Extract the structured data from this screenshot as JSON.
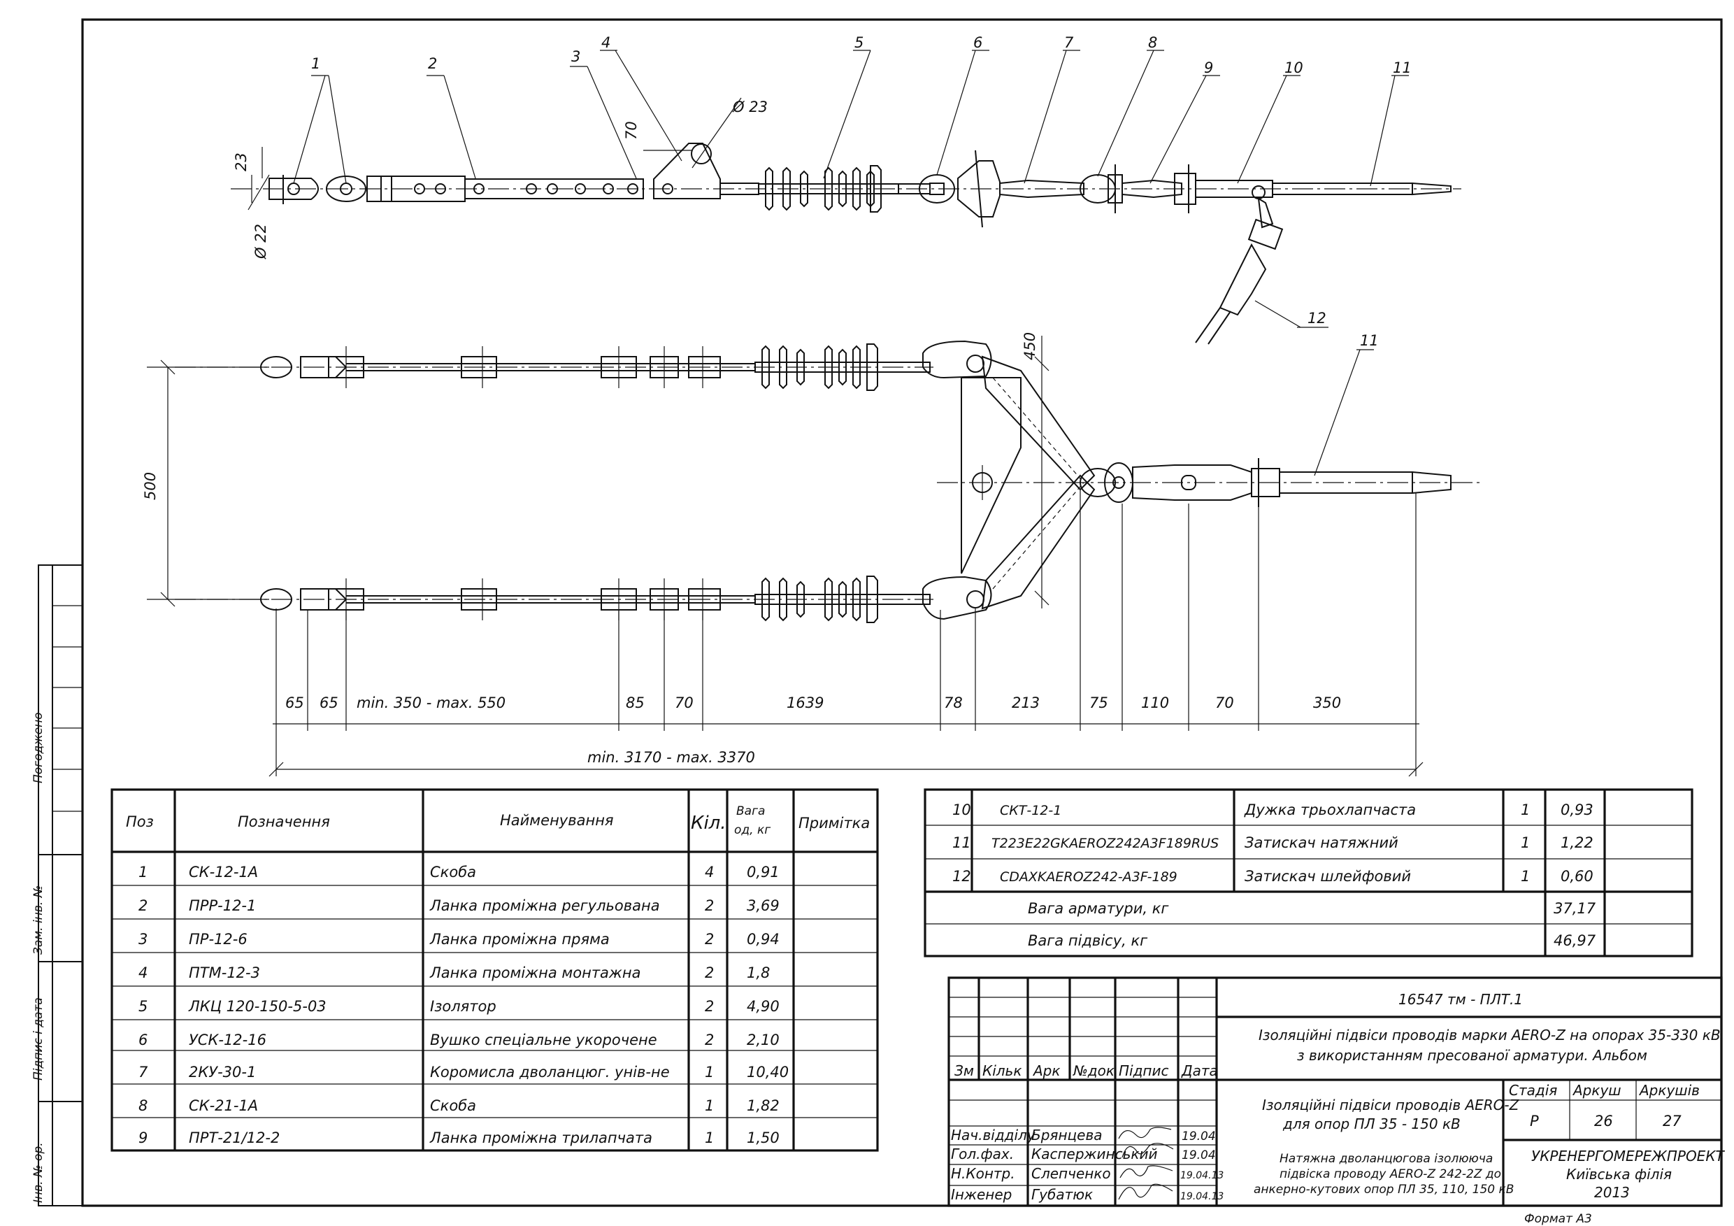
{
  "parts_table": {
    "headers": {
      "pos": "Поз",
      "designation": "Позначення",
      "name": "Найменування",
      "qty": "Кіл.",
      "weight": "Вага од, кг",
      "note": "Примітка"
    },
    "rows": [
      {
        "pos": "1",
        "designation": "СК-12-1А",
        "name": "Скоба",
        "qty": "4",
        "weight": "0,91"
      },
      {
        "pos": "2",
        "designation": "ПРР-12-1",
        "name": "Ланка проміжна регульована",
        "qty": "2",
        "weight": "3,69"
      },
      {
        "pos": "3",
        "designation": "ПР-12-6",
        "name": "Ланка проміжна пряма",
        "qty": "2",
        "weight": "0,94"
      },
      {
        "pos": "4",
        "designation": "ПТМ-12-3",
        "name": "Ланка проміжна монтажна",
        "qty": "2",
        "weight": "1,8"
      },
      {
        "pos": "5",
        "designation": "ЛКЦ 120-150-5-03",
        "name": "Ізолятор",
        "qty": "2",
        "weight": "4,90"
      },
      {
        "pos": "6",
        "designation": "УСК-12-16",
        "name": "Вушко спеціальне укорочене",
        "qty": "2",
        "weight": "2,10"
      },
      {
        "pos": "7",
        "designation": "2КУ-30-1",
        "name": "Коромисла дволанцюг. унів-не",
        "qty": "1",
        "weight": "10,40"
      },
      {
        "pos": "8",
        "designation": "СК-21-1А",
        "name": "Скоба",
        "qty": "1",
        "weight": "1,82"
      },
      {
        "pos": "9",
        "designation": "ПРТ-21/12-2",
        "name": "Ланка проміжна трилапчата",
        "qty": "1",
        "weight": "1,50"
      },
      {
        "pos": "10",
        "designation": "СКТ-12-1",
        "name": "Дужка трьохлапчаста",
        "qty": "1",
        "weight": "0,93"
      },
      {
        "pos": "11",
        "designation": "Т223Е22GKAEROZ242A3F189RUS",
        "name": "Затискач натяжний",
        "qty": "1",
        "weight": "1,22"
      },
      {
        "pos": "12",
        "designation": "CDAXKAEROZ242-A3F-189",
        "name": "Затискач шлейфовий",
        "qty": "1",
        "weight": "0,60"
      }
    ],
    "totals": [
      {
        "label": "Вага арматури,  кг",
        "value": "37,17"
      },
      {
        "label": "Вага підвісу,  кг",
        "value": "46,97"
      }
    ]
  },
  "title_block": {
    "doc_code": "16547 тм - ПЛТ.1",
    "project_title_1": "Ізоляційні підвіси проводів марки AERO-Z на опорах 35-330 кВ",
    "project_title_2": "з використанням пресованої арматури. Альбом",
    "sheet_title_1": "Ізоляційні підвіси проводів AERO-Z",
    "sheet_title_2": "для опор ПЛ 35 - 150 кВ",
    "drawing_title_1": "Натяжна дволанцюгова ізолююча",
    "drawing_title_2": "підвіска проводу AERO-Z 242-2Z до",
    "drawing_title_3": "анкерно-кутових опор ПЛ 35, 110, 150 кВ",
    "rev_headers": [
      "Зм",
      "Кільк",
      "Арк",
      "№док",
      "Підпис",
      "Дата"
    ],
    "stage_label": "Стадія",
    "sheet_label": "Аркуш",
    "sheets_label": "Аркушів",
    "stage": "Р",
    "sheet": "26",
    "sheets": "27",
    "org_1": "УКРЕНЕРГОМЕРЕЖПРОЕКТ",
    "org_2": "Київська філія",
    "year": "2013",
    "roles": [
      {
        "role": "Нач.відділу",
        "name": "Брянцева",
        "date": "19.04"
      },
      {
        "role": "Гол.фах.",
        "name": "Каспержинський",
        "date": "19.04"
      },
      {
        "role": "Н.Контр.",
        "name": "Слепченко",
        "date": "19.04.13"
      },
      {
        "role": "Інженер",
        "name": "Губатюк",
        "date": "19.04.13"
      }
    ],
    "format": "Формат А3"
  },
  "side_stamp": {
    "agreed": "Погоджено",
    "inv_replace": "Зам. інв. №",
    "sign_date": "Підпис і дата",
    "inv_orig": "Інв. № ор."
  },
  "callouts": [
    "1",
    "2",
    "3",
    "4",
    "5",
    "6",
    "7",
    "8",
    "9",
    "10",
    "11",
    "12",
    "11"
  ],
  "dims": {
    "top_d23": "Ø 23",
    "top_23": "23",
    "top_d22": "Ø 22",
    "top_70": "70",
    "v_500": "500",
    "v_450": "450",
    "bottom": [
      "65",
      "65",
      "min. 350 - max. 550",
      "85",
      "70",
      "1639",
      "78",
      "213",
      "75",
      "110",
      "70",
      "350"
    ],
    "overall": "min. 3170 - max. 3370"
  }
}
